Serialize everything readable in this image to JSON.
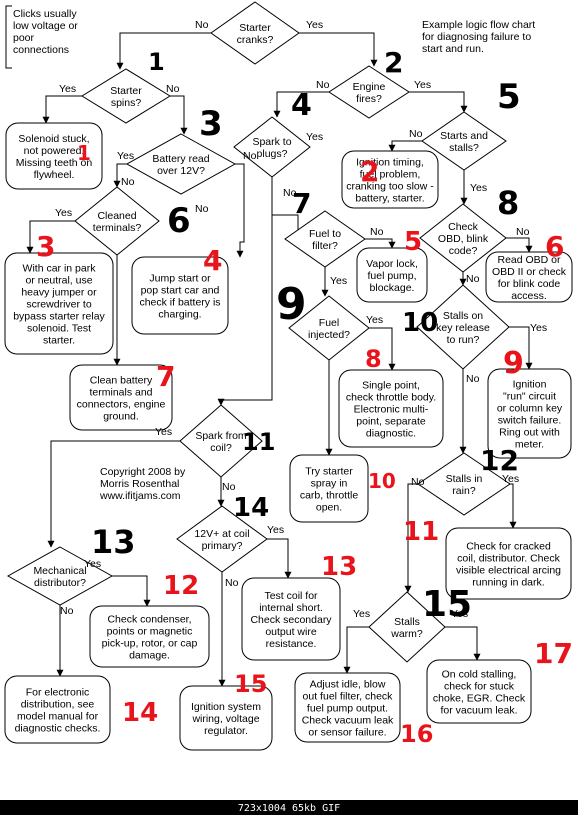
{
  "note": [
    "Clicks usually",
    "low voltage or",
    "poor",
    "connections"
  ],
  "title": [
    "Example logic flow chart",
    "for diagnosing failure to",
    "start and run."
  ],
  "copyright": [
    "Copyright 2008 by",
    "Morris Rosenthal",
    "www.ifitjams.com"
  ],
  "status_bar": "723x1004 65kb GIF",
  "colors": {
    "black_marker": "#000000",
    "red_marker": "#e8131b"
  },
  "nodes": [
    {
      "id": "starter-cranks",
      "lines": [
        "Starter",
        "cranks?"
      ]
    },
    {
      "id": "starter-spins",
      "lines": [
        "Starter",
        "spins?"
      ]
    },
    {
      "id": "engine-fires",
      "lines": [
        "Engine",
        "fires?"
      ]
    },
    {
      "id": "solenoid-stuck",
      "lines": [
        "Solenoid stuck,",
        "not powered.",
        "Missing teeth on",
        "flywheel."
      ]
    },
    {
      "id": "battery-read",
      "lines": [
        "Battery read",
        "over 12V?"
      ]
    },
    {
      "id": "spark-plugs",
      "lines": [
        "Spark to",
        "plugs?"
      ]
    },
    {
      "id": "starts-stalls",
      "lines": [
        "Starts and",
        "stalls?"
      ]
    },
    {
      "id": "ignition-timing",
      "lines": [
        "Ignition timing,",
        "fuel problem,",
        "cranking too slow -",
        "battery, starter."
      ]
    },
    {
      "id": "cleaned-terminals",
      "lines": [
        "Cleaned",
        "terminals?"
      ]
    },
    {
      "id": "check-obd",
      "lines": [
        "Check",
        "OBD, blink",
        "code?"
      ]
    },
    {
      "id": "fuel-filter",
      "lines": [
        "Fuel to",
        "filter?"
      ]
    },
    {
      "id": "vapor-lock",
      "lines": [
        "Vapor lock,",
        "fuel pump,",
        "blockage."
      ]
    },
    {
      "id": "read-obd",
      "lines": [
        "Read OBD or",
        "OBD II or check",
        "for blink code",
        "access."
      ]
    },
    {
      "id": "with-car-park",
      "lines": [
        "With car in park",
        "or neutral, use",
        "heavy jumper or",
        "screwdriver to",
        "bypass starter relay",
        "solenoid. Test",
        "starter."
      ]
    },
    {
      "id": "jump-start",
      "lines": [
        "Jump start or",
        "pop start car and",
        "check if battery is",
        "charging."
      ]
    },
    {
      "id": "fuel-injected",
      "lines": [
        "Fuel",
        "injected?"
      ]
    },
    {
      "id": "stalls-key-release",
      "lines": [
        "Stalls on",
        "key release",
        "to run?"
      ]
    },
    {
      "id": "single-point",
      "lines": [
        "Single point,",
        "check throttle body.",
        "Electronic multi-",
        "point, separate",
        "diagnostic."
      ]
    },
    {
      "id": "ignition-run-circuit",
      "lines": [
        "Ignition",
        "\"run\" circuit",
        "or column key",
        "switch failure.",
        "Ring out with",
        "meter."
      ]
    },
    {
      "id": "clean-battery",
      "lines": [
        "Clean battery",
        "terminals and",
        "connectors, engine",
        "ground."
      ]
    },
    {
      "id": "spark-from-coil",
      "lines": [
        "Spark from",
        "coil?"
      ]
    },
    {
      "id": "try-starter-spray",
      "lines": [
        "Try starter",
        "spray in",
        "carb, throttle",
        "open."
      ]
    },
    {
      "id": "stalls-rain",
      "lines": [
        "Stalls in",
        "rain?"
      ]
    },
    {
      "id": "coil-primary",
      "lines": [
        "12V+ at coil",
        "primary?"
      ]
    },
    {
      "id": "mechanical-distributor",
      "lines": [
        "Mechanical",
        "distributor?"
      ]
    },
    {
      "id": "check-cracked-coil",
      "lines": [
        "Check for cracked",
        "coil, distributor. Check",
        "visible electrical arcing",
        "running in dark."
      ]
    },
    {
      "id": "check-condenser",
      "lines": [
        "Check condenser,",
        "points or magnetic",
        "pick-up, rotor, or cap",
        "damage."
      ]
    },
    {
      "id": "test-coil",
      "lines": [
        "Test coil for",
        "internal short.",
        "Check secondary",
        "output wire",
        "resistance."
      ]
    },
    {
      "id": "stalls-warm",
      "lines": [
        "Stalls",
        "warm?"
      ]
    },
    {
      "id": "on-cold-stalling",
      "lines": [
        "On cold stalling,",
        "check for stuck",
        "choke, EGR. Check",
        "for vacuum leak."
      ]
    },
    {
      "id": "electronic-distribution",
      "lines": [
        "For electronic",
        "distribution, see",
        "model manual for",
        "diagnostic checks."
      ]
    },
    {
      "id": "ignition-system",
      "lines": [
        "Ignition system",
        "wiring, voltage",
        "regulator."
      ]
    },
    {
      "id": "adjust-idle",
      "lines": [
        "Adjust idle, blow",
        "out fuel filter, check",
        "fuel pump output.",
        "Check vacuum leak",
        "or sensor failure."
      ]
    }
  ],
  "edge_labels": [
    {
      "id": "n1",
      "text": "No"
    },
    {
      "id": "y1",
      "text": "Yes"
    },
    {
      "id": "y2",
      "text": "Yes"
    },
    {
      "id": "n2",
      "text": "No"
    },
    {
      "id": "n3",
      "text": "No"
    },
    {
      "id": "y3",
      "text": "Yes"
    },
    {
      "id": "y4",
      "text": "Yes"
    },
    {
      "id": "n4",
      "text": "No"
    },
    {
      "id": "y5",
      "text": "Yes"
    },
    {
      "id": "n6",
      "text": "No"
    },
    {
      "id": "n7",
      "text": "No"
    },
    {
      "id": "y8",
      "text": "Yes"
    },
    {
      "id": "n8",
      "text": "No"
    },
    {
      "id": "y9",
      "text": "Yes"
    },
    {
      "id": "n10",
      "text": "No"
    },
    {
      "id": "n11",
      "text": "No"
    },
    {
      "id": "y11",
      "text": "Yes"
    },
    {
      "id": "y12",
      "text": "Yes"
    },
    {
      "id": "y13",
      "text": "Yes"
    },
    {
      "id": "n12",
      "text": "No"
    },
    {
      "id": "y14",
      "text": "Yes"
    },
    {
      "id": "n13",
      "text": "No"
    },
    {
      "id": "n14",
      "text": "No"
    },
    {
      "id": "y15",
      "text": "Yes"
    },
    {
      "id": "y16",
      "text": "Yes"
    },
    {
      "id": "n15",
      "text": "No"
    },
    {
      "id": "y17",
      "text": "Yes"
    },
    {
      "id": "n16",
      "text": "No"
    },
    {
      "id": "n17",
      "text": "No"
    },
    {
      "id": "y18",
      "text": "Yes"
    },
    {
      "id": "y19",
      "text": "Yes"
    },
    {
      "id": "n18",
      "text": "No"
    }
  ],
  "markers": [
    {
      "id": "k1",
      "text": "1",
      "color": "black"
    },
    {
      "id": "k2",
      "text": "2",
      "color": "black"
    },
    {
      "id": "k3",
      "text": "3",
      "color": "black"
    },
    {
      "id": "k4",
      "text": "4",
      "color": "black"
    },
    {
      "id": "k5",
      "text": "5",
      "color": "black"
    },
    {
      "id": "k6",
      "text": "6",
      "color": "black"
    },
    {
      "id": "k7",
      "text": "7",
      "color": "black"
    },
    {
      "id": "k8",
      "text": "8",
      "color": "black"
    },
    {
      "id": "k9",
      "text": "9",
      "color": "black"
    },
    {
      "id": "k10",
      "text": "10",
      "color": "black"
    },
    {
      "id": "k11",
      "text": "11",
      "color": "black"
    },
    {
      "id": "k12",
      "text": "12",
      "color": "black"
    },
    {
      "id": "k13",
      "text": "13",
      "color": "black"
    },
    {
      "id": "k14",
      "text": "14",
      "color": "black"
    },
    {
      "id": "k15",
      "text": "15",
      "color": "black"
    },
    {
      "id": "r1",
      "text": "1",
      "color": "red"
    },
    {
      "id": "r2",
      "text": "2",
      "color": "red"
    },
    {
      "id": "r3",
      "text": "3",
      "color": "red"
    },
    {
      "id": "r4",
      "text": "4",
      "color": "red"
    },
    {
      "id": "r5",
      "text": "5",
      "color": "red"
    },
    {
      "id": "r6",
      "text": "6",
      "color": "red"
    },
    {
      "id": "r7",
      "text": "7",
      "color": "red"
    },
    {
      "id": "r8",
      "text": "8",
      "color": "red"
    },
    {
      "id": "r9",
      "text": "9",
      "color": "red"
    },
    {
      "id": "r10",
      "text": "10",
      "color": "red"
    },
    {
      "id": "r11",
      "text": "11",
      "color": "red"
    },
    {
      "id": "r12",
      "text": "12",
      "color": "red"
    },
    {
      "id": "r13",
      "text": "13",
      "color": "red"
    },
    {
      "id": "r14",
      "text": "14",
      "color": "red"
    },
    {
      "id": "r15",
      "text": "15",
      "color": "red"
    },
    {
      "id": "r16",
      "text": "16",
      "color": "red"
    },
    {
      "id": "r17",
      "text": "17",
      "color": "red"
    }
  ]
}
